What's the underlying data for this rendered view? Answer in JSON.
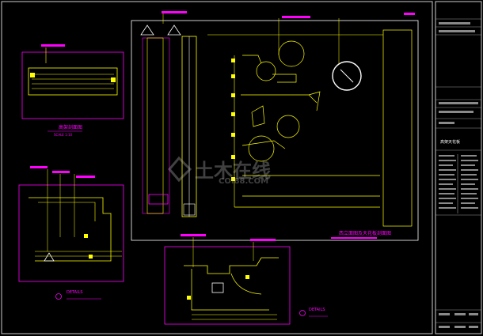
{
  "drawing": {
    "detail_top_left_label": "高架剖面图",
    "detail_top_left_scale": "SCALE 1:10",
    "main_elevation_title": "西立面图及天花板剖面图",
    "bottom_detail_left_label": "DETAILS",
    "bottom_detail_right_label": "DETAILS",
    "title_block_drawing_name": "高架天花板"
  },
  "watermark": {
    "text_cn": "土木在线",
    "text_en": "COI88.COM"
  },
  "colors": {
    "background": "#000000",
    "annotation": "#ff00ff",
    "linework": "#ffff00",
    "frame": "#ffffff"
  }
}
